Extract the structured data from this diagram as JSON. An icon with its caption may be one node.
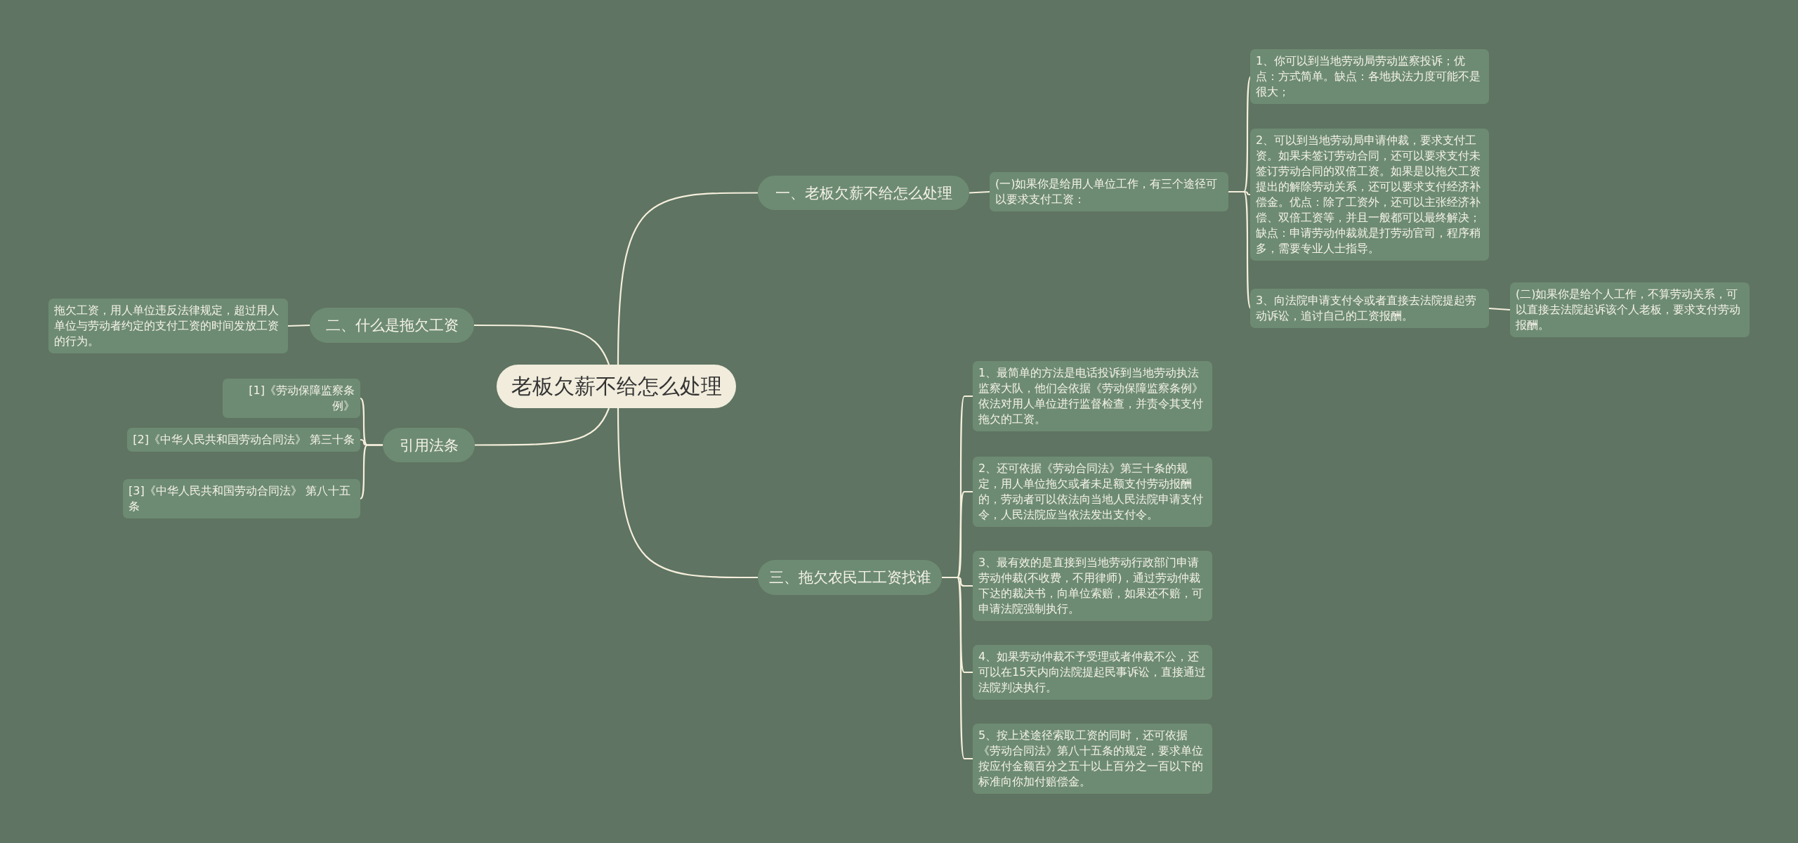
{
  "diagram": {
    "nodes": [
      {
        "text": [
          "老板欠薪不给怎么处理"
        ]
      },
      {
        "text": [
          "一、老板欠薪不给怎么处理"
        ]
      },
      {
        "text": [
          "(一)如果你是给用人单位工作，有三个途径可以要求支付工资："
        ]
      },
      {
        "text": [
          "1、你可以到当地劳动局劳动监察投诉；优点：方式简单。缺点：各地执法力度可能不是很大；"
        ]
      },
      {
        "text": [
          "2、可以到当地劳动局申请仲裁，要求支付工资。如果未签订劳动合同，还可以要求支付未签订劳动合同的双倍工资。如果是以拖欠工资提出的解除劳动关系，还可以要求支付经济补偿金。优点：除了工资外，还可以主张经济补偿、双倍工资等，并且一般都可以最终解决；缺点：申请劳动仲裁就是打劳动官司，程序稍多，需要专业人士指导。"
        ]
      },
      {
        "text": [
          "3、向法院申请支付令或者直接去法院提起劳动诉讼，追讨自己的工资报酬。"
        ]
      },
      {
        "text": [
          "(二)如果你是给个人工作，不算劳动关系，可以直接去法院起诉该个人老板，要求支付劳动报酬。"
        ]
      },
      {
        "text": [
          "二、什么是拖欠工资"
        ]
      },
      {
        "text": [
          "拖欠工资，用人单位违反法律规定，超过用人单位与劳动者约定的支付工资的时间发放工资的行为。"
        ]
      },
      {
        "text": [
          "引用法条"
        ]
      },
      {
        "text": [
          "[1]《劳动保障监察条例》"
        ]
      },
      {
        "text": [
          "[2]《中华人民共和国劳动合同法》 第三十条"
        ]
      },
      {
        "text": [
          "[3]《中华人民共和国劳动合同法》 第八十五条"
        ]
      },
      {
        "text": [
          "三、拖欠农民工工资找谁"
        ]
      },
      {
        "text": [
          "1、最简单的方法是电话投诉到当地劳动执法监察大队，他们会依据《劳动保障监察条例》依法对用人单位进行监督检查，并责令其支付拖欠的工资。"
        ]
      },
      {
        "text": [
          "2、还可依据《劳动合同法》第三十条的规定，用人单位拖欠或者未足额支付劳动报酬的，劳动者可以依法向当地人民法院申请支付令，人民法院应当依法发出支付令。"
        ]
      },
      {
        "text": [
          "3、最有效的是直接到当地劳动行政部门申请劳动仲裁(不收费，不用律师)，通过劳动仲裁下达的裁决书，向单位索赔，如果还不赔，可申请法院强制执行。"
        ]
      },
      {
        "text": [
          "4、如果劳动仲裁不予受理或者仲裁不公，还可以在15天内向法院提起民事诉讼，直接通过法院判决执行。"
        ]
      },
      {
        "text": [
          "5、按上述途径索取工资的同时，还可依据《劳动合同法》第八十五条的规定，要求单位按应付金额百分之五十以上百分之一百以下的标准向你加付赔偿金。"
        ]
      }
    ],
    "edges": [
      {
        "from": 0,
        "to": 1,
        "arrow": "none"
      },
      {
        "from": 0,
        "to": 7,
        "arrow": "none"
      },
      {
        "from": 0,
        "to": 9,
        "arrow": "none"
      },
      {
        "from": 0,
        "to": 13,
        "arrow": "none"
      },
      {
        "from": 1,
        "to": 2,
        "arrow": "none"
      },
      {
        "from": 2,
        "to": 3,
        "arrow": "none"
      },
      {
        "from": 2,
        "to": 4,
        "arrow": "none"
      },
      {
        "from": 2,
        "to": 5,
        "arrow": "none"
      },
      {
        "from": 5,
        "to": 6,
        "arrow": "none"
      },
      {
        "from": 7,
        "to": 8,
        "arrow": "none"
      },
      {
        "from": 9,
        "to": 10,
        "arrow": "none"
      },
      {
        "from": 9,
        "to": 11,
        "arrow": "none"
      },
      {
        "from": 9,
        "to": 12,
        "arrow": "none"
      },
      {
        "from": 13,
        "to": 14,
        "arrow": "none"
      },
      {
        "from": 13,
        "to": 15,
        "arrow": "none"
      },
      {
        "from": 13,
        "to": 16,
        "arrow": "none"
      },
      {
        "from": 13,
        "to": 17,
        "arrow": "none"
      },
      {
        "from": 13,
        "to": 18,
        "arrow": "none"
      }
    ]
  }
}
